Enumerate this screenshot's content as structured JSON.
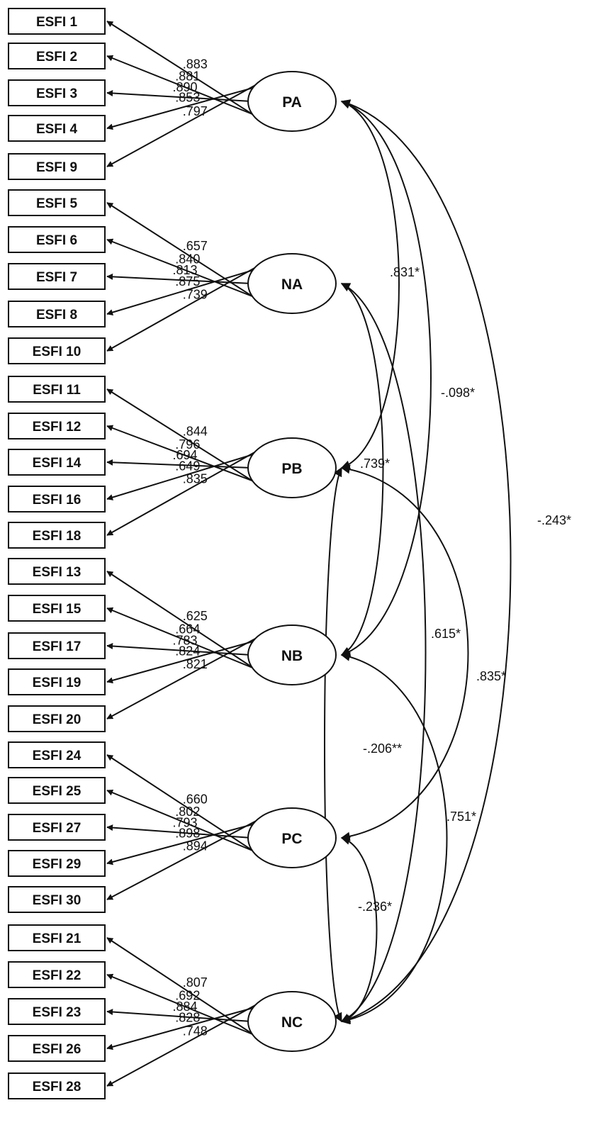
{
  "factors": [
    {
      "id": "PA",
      "label": "PA",
      "items": [
        {
          "label": "ESFI 1",
          "loading": ".883"
        },
        {
          "label": "ESFI 2",
          "loading": ".881"
        },
        {
          "label": "ESFI 3",
          "loading": ".890"
        },
        {
          "label": "ESFI 4",
          "loading": ".853"
        },
        {
          "label": "ESFI 9",
          "loading": ".797"
        }
      ]
    },
    {
      "id": "NA",
      "label": "NA",
      "items": [
        {
          "label": "ESFI 5",
          "loading": ".657"
        },
        {
          "label": "ESFI 6",
          "loading": ".840"
        },
        {
          "label": "ESFI 7",
          "loading": ".813"
        },
        {
          "label": "ESFI 8",
          "loading": ".875"
        },
        {
          "label": "ESFI 10",
          "loading": ".739"
        }
      ]
    },
    {
      "id": "PB",
      "label": "PB",
      "items": [
        {
          "label": "ESFI 11",
          "loading": ".844"
        },
        {
          "label": "ESFI 12",
          "loading": ".796"
        },
        {
          "label": "ESFI 14",
          "loading": ".694"
        },
        {
          "label": "ESFI 16",
          "loading": ".649"
        },
        {
          "label": "ESFI 18",
          "loading": ".835"
        }
      ]
    },
    {
      "id": "NB",
      "label": "NB",
      "items": [
        {
          "label": "ESFI 13",
          "loading": ".625"
        },
        {
          "label": "ESFI 15",
          "loading": ".664"
        },
        {
          "label": "ESFI 17",
          "loading": ".783"
        },
        {
          "label": "ESFI 19",
          "loading": ".824"
        },
        {
          "label": "ESFI 20",
          "loading": ".821"
        }
      ]
    },
    {
      "id": "PC",
      "label": "PC",
      "items": [
        {
          "label": "ESFI 24",
          "loading": ".660"
        },
        {
          "label": "ESFI 25",
          "loading": ".802"
        },
        {
          "label": "ESFI 27",
          "loading": ".793"
        },
        {
          "label": "ESFI 29",
          "loading": ".898"
        },
        {
          "label": "ESFI 30",
          "loading": ".894"
        }
      ]
    },
    {
      "id": "NC",
      "label": "NC",
      "items": [
        {
          "label": "ESFI 21",
          "loading": ".807"
        },
        {
          "label": "ESFI 22",
          "loading": ".692"
        },
        {
          "label": "ESFI 23",
          "loading": ".884"
        },
        {
          "label": "ESFI 26",
          "loading": ".828"
        },
        {
          "label": "ESFI 28",
          "loading": ".748"
        }
      ]
    }
  ],
  "correlations": [
    {
      "from": "PA",
      "to": "PB",
      "label": ".831*"
    },
    {
      "from": "PA",
      "to": "NB",
      "label": "-.098*"
    },
    {
      "from": "PA",
      "to": "NC",
      "label": "-.243*"
    },
    {
      "from": "NA",
      "to": "NB",
      "label": ".739*"
    },
    {
      "from": "NA",
      "to": "NC",
      "label": ".615*"
    },
    {
      "from": "PB",
      "to": "PC",
      "label": ".835*"
    },
    {
      "from": "PB",
      "to": "NC",
      "label": "-.206**"
    },
    {
      "from": "NB",
      "to": "NC",
      "label": ".751*"
    },
    {
      "from": "PC",
      "to": "NC",
      "label": "-.236*"
    }
  ]
}
